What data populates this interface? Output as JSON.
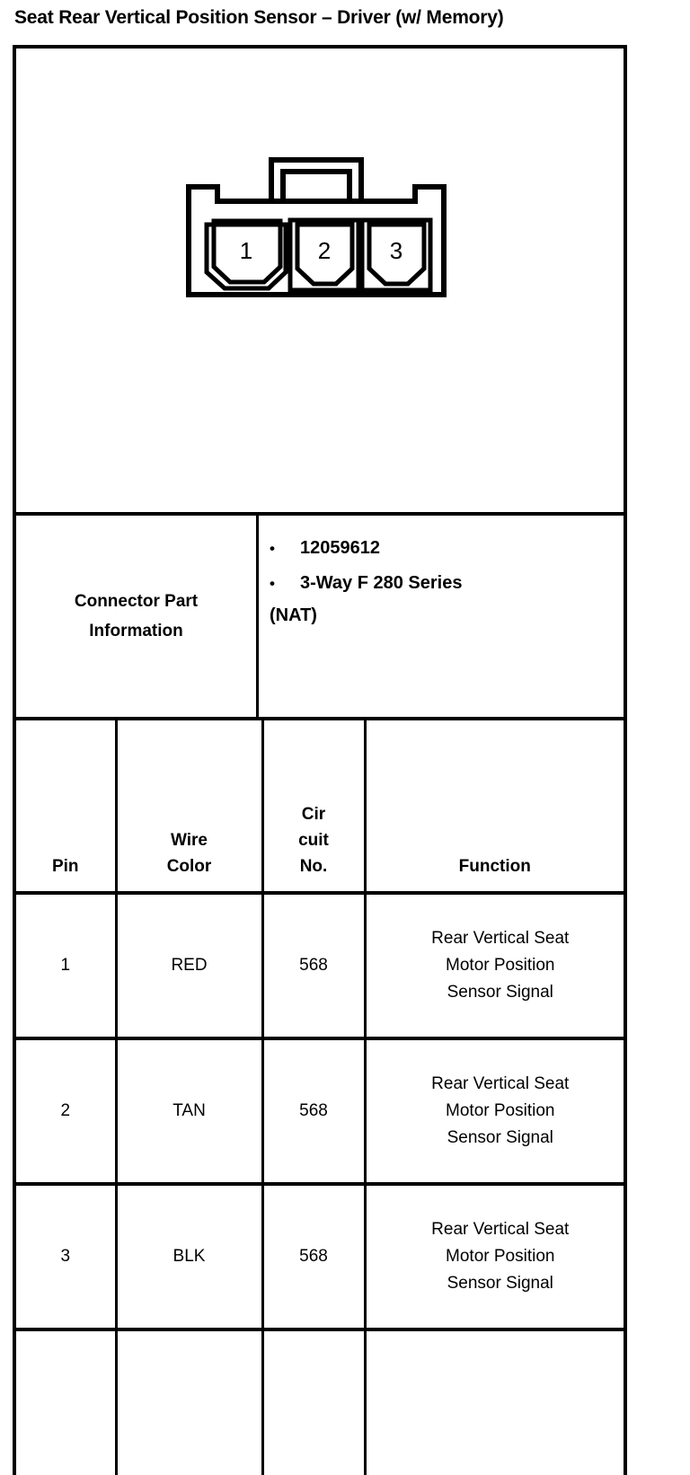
{
  "document": {
    "title": "Seat Rear Vertical Position Sensor – Driver (w/ Memory)"
  },
  "connector_diagram": {
    "name": "connector-face-view",
    "cavity_count": 3,
    "cavity_labels": [
      "1",
      "2",
      "3"
    ],
    "latch": "top-center-latch-tab"
  },
  "part_information": {
    "label_line1": "Connector Part",
    "label_line2": "Information",
    "bullets": [
      "12059612",
      "3-Way F 280 Series"
    ],
    "wrapped_suffix": "(NAT)"
  },
  "pin_table": {
    "headers": {
      "pin": [
        "Pin"
      ],
      "wire_color": [
        "Wire",
        "Color"
      ],
      "circuit_no": [
        "Cir",
        "cuit",
        "No."
      ],
      "function": [
        "Function"
      ]
    },
    "rows": [
      {
        "pin": "1",
        "wire_color": "RED",
        "circuit_no": "568",
        "function": [
          "Rear Vertical Seat",
          "Motor Position",
          "Sensor Signal"
        ]
      },
      {
        "pin": "2",
        "wire_color": "TAN",
        "circuit_no": "568",
        "function": [
          "Rear Vertical Seat",
          "Motor Position",
          "Sensor Signal"
        ]
      },
      {
        "pin": "3",
        "wire_color": "BLK",
        "circuit_no": "568",
        "function": [
          "Rear Vertical Seat",
          "Motor Position",
          "Sensor Signal"
        ]
      }
    ]
  }
}
